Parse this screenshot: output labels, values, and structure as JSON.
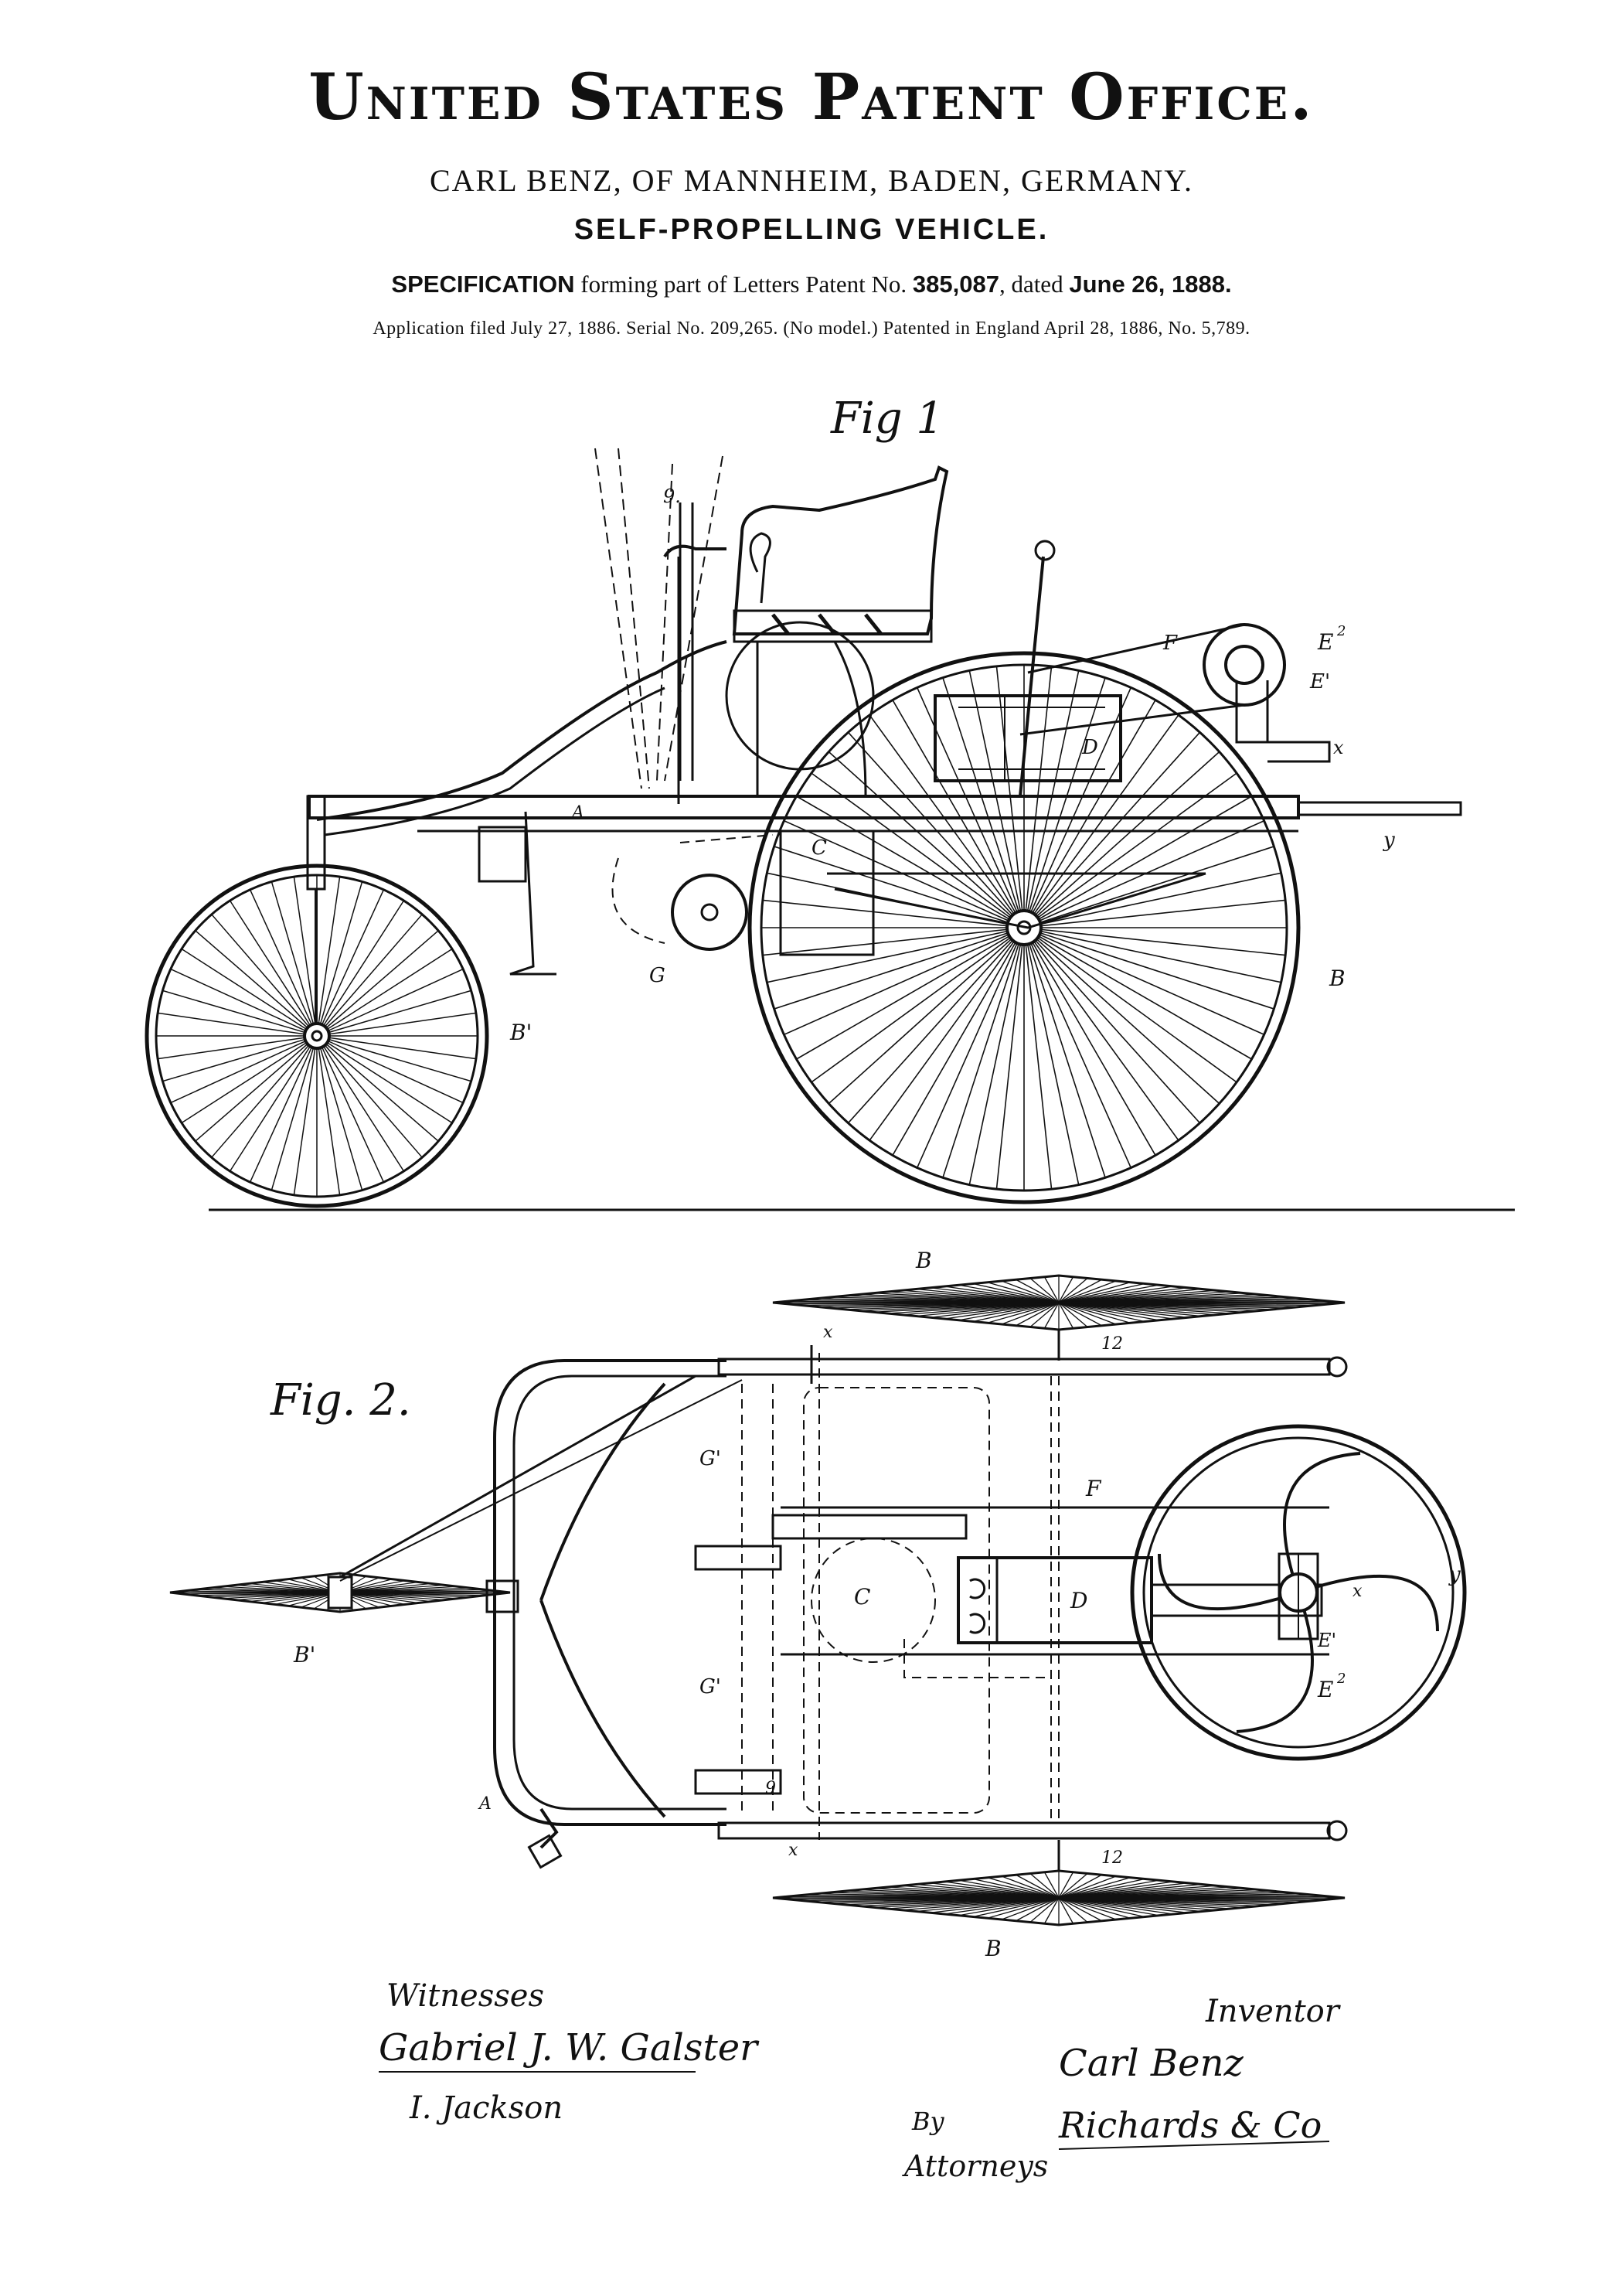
{
  "header": {
    "office": "United States Patent Office.",
    "inventor_line": "CARL BENZ, OF MANNHEIM, BADEN, GERMANY.",
    "title": "SELF-PROPELLING VEHICLE.",
    "spec_prefix": "SPECIFICATION",
    "spec_middle": " forming part of Letters Patent No. ",
    "patent_no": "385,087",
    "spec_dated": ", dated ",
    "date": "June 26, 1888.",
    "application_line": "Application filed July 27, 1886.   Serial No. 209,265.   (No model.)   Patented in England April 28, 1886, No. 5,789."
  },
  "figures": {
    "fig1_caption": "Fig 1",
    "fig2_caption": "Fig. 2.",
    "fig1_labels": {
      "nine": "9.",
      "F": "F",
      "E2": "E",
      "E2_sup": "2",
      "E1": "E'",
      "D": "D",
      "x": "x",
      "y": "y",
      "A": "A",
      "C": "C",
      "G": "G",
      "B": "B",
      "B1": "B'"
    },
    "fig2_labels": {
      "B_top": "B",
      "x_top": "x",
      "twelve_top": "12",
      "G1_top": "G'",
      "F": "F",
      "C": "C",
      "D": "D",
      "x_right": "x",
      "y": "y",
      "E1": "E'",
      "E2": "E",
      "E2_sup": "2",
      "G1_bottom": "G'",
      "nine": "9",
      "A": "A",
      "B1": "B'",
      "x_bottom": "x",
      "twelve_bottom": "12",
      "B_bottom": "B"
    }
  },
  "signatures": {
    "witnesses_heading": "Witnesses",
    "witness_1": "Gabriel J. W. Galster",
    "witness_2": "I. Jackson",
    "inventor_heading": "Inventor",
    "inventor_name": "Carl Benz",
    "by": "By",
    "attorney_name": "Richards & Co",
    "attorneys": "Attorneys"
  }
}
